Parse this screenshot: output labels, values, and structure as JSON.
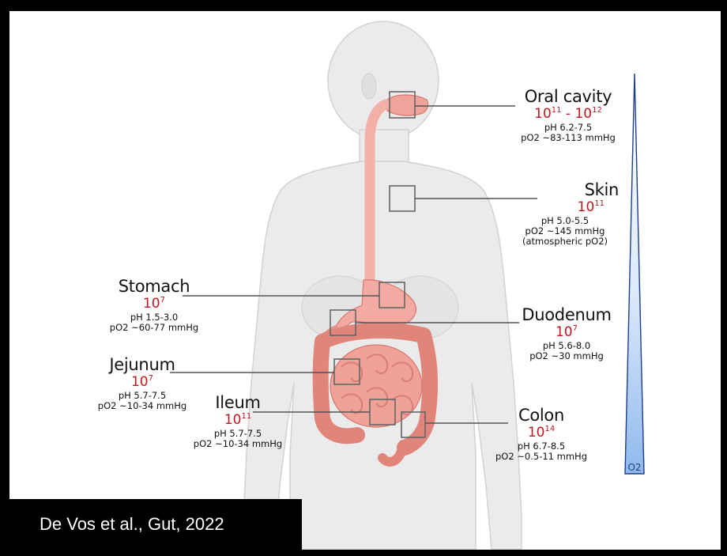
{
  "colors": {
    "accent": "#c0181f",
    "gradient_top": "#1e3f8a",
    "gradient_bottom": "#9cc3f0"
  },
  "sites": {
    "oral": {
      "name": "Oral cavity",
      "count_base_a": "10",
      "count_exp_a": "11",
      "count_sep": " - ",
      "count_base_b": "10",
      "count_exp_b": "12",
      "ph": "pH 6.2-7.5",
      "po2": "pO2 ~83-113 mmHg"
    },
    "skin": {
      "name": "Skin",
      "count_base": "10",
      "count_exp": "11",
      "ph": "pH 5.0-5.5",
      "po2": "pO2 ~145 mmHg",
      "note": "(atmospheric pO2)"
    },
    "stomach": {
      "name": "Stomach",
      "count_base": "10",
      "count_exp": "7",
      "ph": "pH 1.5-3.0",
      "po2": "pO2 ~60-77 mmHg"
    },
    "duodenum": {
      "name": "Duodenum",
      "count_base": "10",
      "count_exp": "7",
      "ph": "pH 5.6-8.0",
      "po2": "pO2 ~30 mmHg"
    },
    "jejunum": {
      "name": "Jejunum",
      "count_base": "10",
      "count_exp": "7",
      "ph": "pH 5.7-7.5",
      "po2": "pO2 ~10-34 mmHg"
    },
    "ileum": {
      "name": "Ileum",
      "count_base": "10",
      "count_exp": "11",
      "ph": "pH 5.7-7.5",
      "po2": "pO2 ~10-34 mmHg"
    },
    "colon": {
      "name": "Colon",
      "count_base": "10",
      "count_exp": "14",
      "ph": "pH 6.7-8.5",
      "po2": "pO2 ~0.5-11 mmHg"
    }
  },
  "gradient_label": "O2",
  "citation": "De Vos et al., Gut, 2022"
}
